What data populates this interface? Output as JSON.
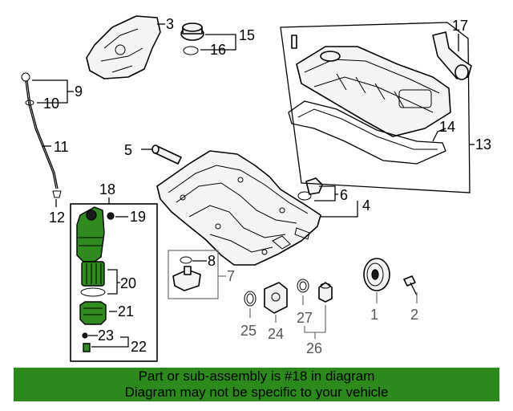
{
  "callouts": {
    "c1": "1",
    "c2": "2",
    "c3": "3",
    "c4": "4",
    "c5": "5",
    "c6": "6",
    "c7": "7",
    "c8": "8",
    "c9": "9",
    "c10": "10",
    "c11": "11",
    "c12": "12",
    "c13": "13",
    "c14": "14",
    "c15": "15",
    "c16": "16",
    "c17": "17",
    "c18": "18",
    "c19": "19",
    "c20": "20",
    "c21": "21",
    "c22": "22",
    "c23": "23",
    "c24": "24",
    "c25": "25",
    "c26": "26",
    "c27": "27"
  },
  "banner": {
    "line1": "Part or sub-assembly is #18 in diagram",
    "line2": "Diagram may not be specific to your vehicle"
  },
  "colors": {
    "highlight": "#2f8a1f",
    "banner_bg": "#2c8a1c"
  }
}
